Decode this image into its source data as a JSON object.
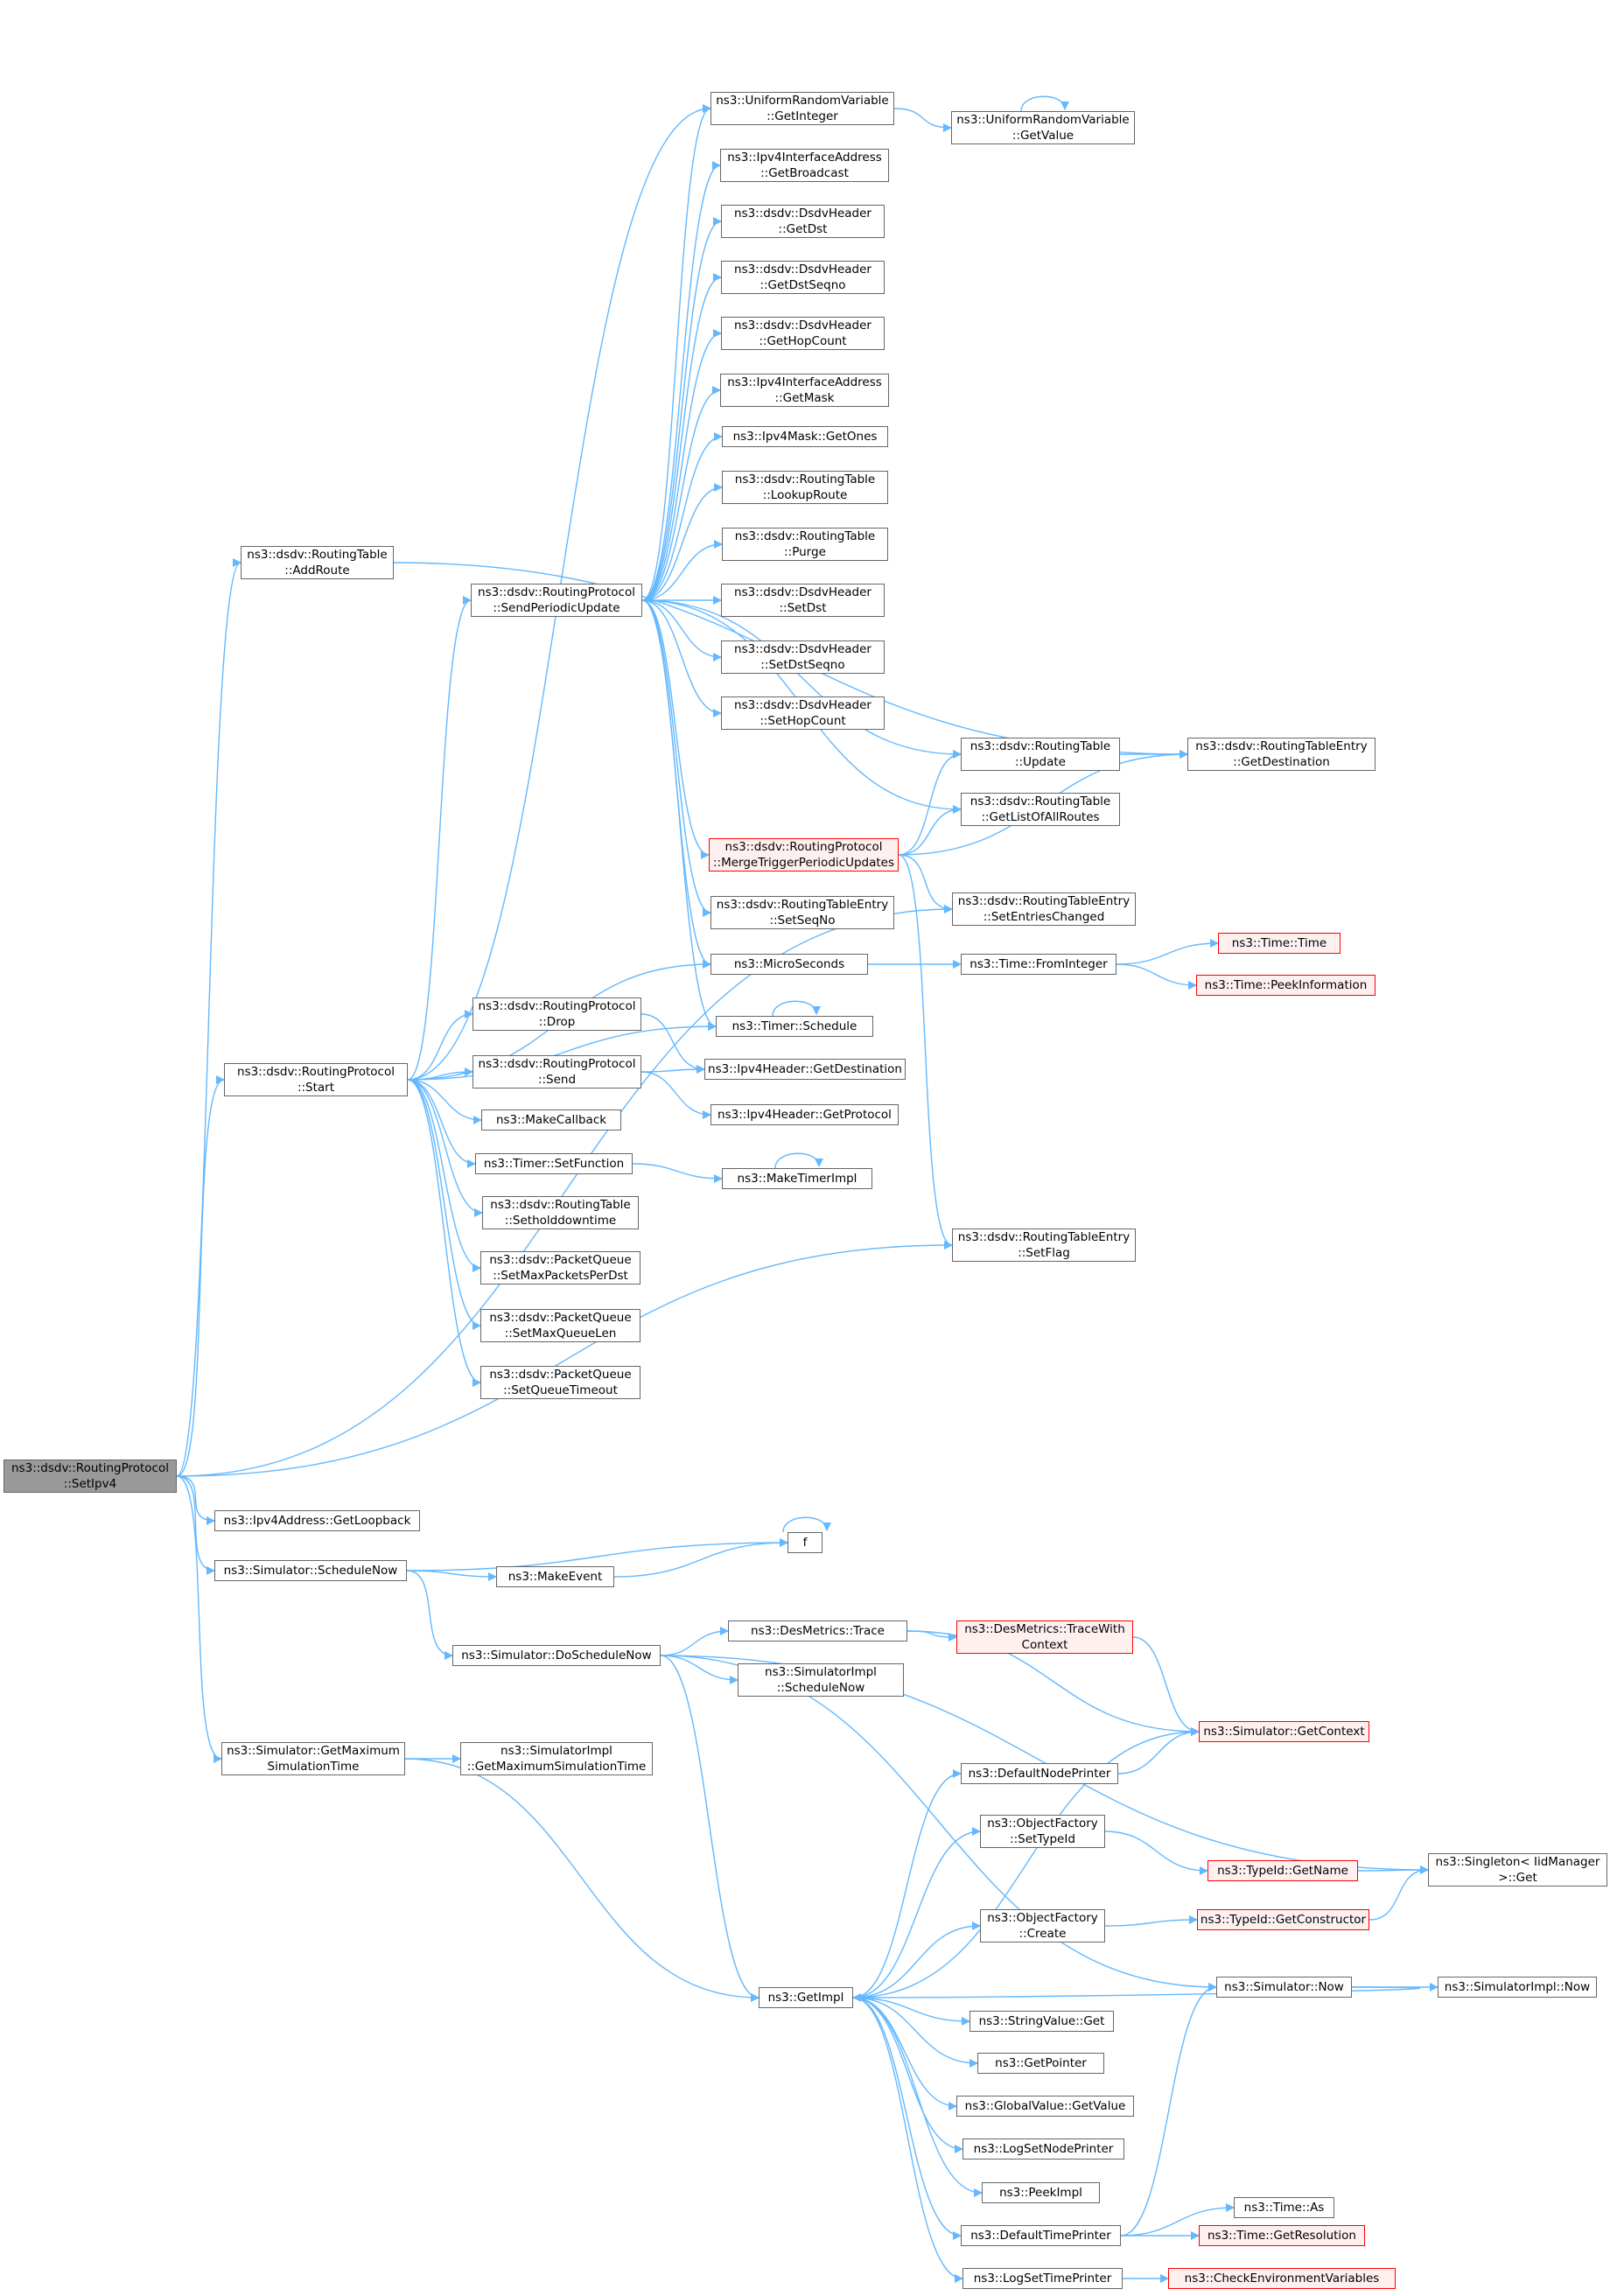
{
  "graph": {
    "edge_color": "#63b8ff",
    "root": "setipv4",
    "nodes": [
      {
        "id": "setipv4",
        "label": [
          "ns3::dsdv::RoutingProtocol",
          "::SetIpv4"
        ],
        "style": "root"
      },
      {
        "id": "addroute",
        "label": [
          "ns3::dsdv::RoutingTable",
          "::AddRoute"
        ],
        "style": "normal"
      },
      {
        "id": "start",
        "label": [
          "ns3::dsdv::RoutingProtocol",
          "::Start"
        ],
        "style": "normal"
      },
      {
        "id": "getloopback",
        "label": [
          "ns3::Ipv4Address::GetLoopback"
        ],
        "style": "normal"
      },
      {
        "id": "schedulenow",
        "label": [
          "ns3::Simulator::ScheduleNow"
        ],
        "style": "normal"
      },
      {
        "id": "getmaxsim",
        "label": [
          "ns3::Simulator::GetMaximum",
          "SimulationTime"
        ],
        "style": "normal"
      },
      {
        "id": "sendperiodic",
        "label": [
          "ns3::dsdv::RoutingProtocol",
          "::SendPeriodicUpdate"
        ],
        "style": "normal"
      },
      {
        "id": "drop",
        "label": [
          "ns3::dsdv::RoutingProtocol",
          "::Drop"
        ],
        "style": "normal"
      },
      {
        "id": "send",
        "label": [
          "ns3::dsdv::RoutingProtocol",
          "::Send"
        ],
        "style": "normal"
      },
      {
        "id": "makecallback",
        "label": [
          "ns3::MakeCallback"
        ],
        "style": "normal"
      },
      {
        "id": "setfunction",
        "label": [
          "ns3::Timer::SetFunction"
        ],
        "style": "normal"
      },
      {
        "id": "setholddown",
        "label": [
          "ns3::dsdv::RoutingTable",
          "::Setholddowntime"
        ],
        "style": "normal"
      },
      {
        "id": "setmaxpackets",
        "label": [
          "ns3::dsdv::PacketQueue",
          "::SetMaxPacketsPerDst"
        ],
        "style": "normal"
      },
      {
        "id": "setmaxqueue",
        "label": [
          "ns3::dsdv::PacketQueue",
          "::SetMaxQueueLen"
        ],
        "style": "normal"
      },
      {
        "id": "setqueuetimeout",
        "label": [
          "ns3::dsdv::PacketQueue",
          "::SetQueueTimeout"
        ],
        "style": "normal"
      },
      {
        "id": "makeevent",
        "label": [
          "ns3::MakeEvent"
        ],
        "style": "normal"
      },
      {
        "id": "doschedulenow",
        "label": [
          "ns3::Simulator::DoScheduleNow"
        ],
        "style": "normal"
      },
      {
        "id": "implgetmax",
        "label": [
          "ns3::SimulatorImpl",
          "::GetMaximumSimulationTime"
        ],
        "style": "normal"
      },
      {
        "id": "getinteger",
        "label": [
          "ns3::UniformRandomVariable",
          "::GetInteger"
        ],
        "style": "normal"
      },
      {
        "id": "getbroadcast",
        "label": [
          "ns3::Ipv4InterfaceAddress",
          "::GetBroadcast"
        ],
        "style": "normal"
      },
      {
        "id": "getdst",
        "label": [
          "ns3::dsdv::DsdvHeader",
          "::GetDst"
        ],
        "style": "normal"
      },
      {
        "id": "getdstseqno",
        "label": [
          "ns3::dsdv::DsdvHeader",
          "::GetDstSeqno"
        ],
        "style": "normal"
      },
      {
        "id": "gethopcount",
        "label": [
          "ns3::dsdv::DsdvHeader",
          "::GetHopCount"
        ],
        "style": "normal"
      },
      {
        "id": "getmask",
        "label": [
          "ns3::Ipv4InterfaceAddress",
          "::GetMask"
        ],
        "style": "normal"
      },
      {
        "id": "getones",
        "label": [
          "ns3::Ipv4Mask::GetOnes"
        ],
        "style": "normal"
      },
      {
        "id": "lookuproute",
        "label": [
          "ns3::dsdv::RoutingTable",
          "::LookupRoute"
        ],
        "style": "normal"
      },
      {
        "id": "purge",
        "label": [
          "ns3::dsdv::RoutingTable",
          "::Purge"
        ],
        "style": "normal"
      },
      {
        "id": "setdst",
        "label": [
          "ns3::dsdv::DsdvHeader",
          "::SetDst"
        ],
        "style": "normal"
      },
      {
        "id": "setdstseqno",
        "label": [
          "ns3::dsdv::DsdvHeader",
          "::SetDstSeqno"
        ],
        "style": "normal"
      },
      {
        "id": "sethopcount",
        "label": [
          "ns3::dsdv::DsdvHeader",
          "::SetHopCount"
        ],
        "style": "normal"
      },
      {
        "id": "merge",
        "label": [
          "ns3::dsdv::RoutingProtocol",
          "::MergeTriggerPeriodicUpdates"
        ],
        "style": "red"
      },
      {
        "id": "setseqno",
        "label": [
          "ns3::dsdv::RoutingTableEntry",
          "::SetSeqNo"
        ],
        "style": "normal"
      },
      {
        "id": "microseconds",
        "label": [
          "ns3::MicroSeconds"
        ],
        "style": "normal"
      },
      {
        "id": "timerschedule",
        "label": [
          "ns3::Timer::Schedule"
        ],
        "style": "normal"
      },
      {
        "id": "ipv4getdest",
        "label": [
          "ns3::Ipv4Header::GetDestination"
        ],
        "style": "normal"
      },
      {
        "id": "ipv4getproto",
        "label": [
          "ns3::Ipv4Header::GetProtocol"
        ],
        "style": "normal"
      },
      {
        "id": "maketimerimpl",
        "label": [
          "ns3::MakeTimerImpl"
        ],
        "style": "normal"
      },
      {
        "id": "f",
        "label": [
          "f"
        ],
        "style": "normal"
      },
      {
        "id": "desmetricstrace",
        "label": [
          "ns3::DesMetrics::Trace"
        ],
        "style": "normal"
      },
      {
        "id": "implschedulenow",
        "label": [
          "ns3::SimulatorImpl",
          "::ScheduleNow"
        ],
        "style": "normal"
      },
      {
        "id": "getimpl",
        "label": [
          "ns3::GetImpl"
        ],
        "style": "normal"
      },
      {
        "id": "getvalue",
        "label": [
          "ns3::UniformRandomVariable",
          "::GetValue"
        ],
        "style": "normal"
      },
      {
        "id": "rtupdate",
        "label": [
          "ns3::dsdv::RoutingTable",
          "::Update"
        ],
        "style": "normal"
      },
      {
        "id": "getlistofall",
        "label": [
          "ns3::dsdv::RoutingTable",
          "::GetListOfAllRoutes"
        ],
        "style": "normal"
      },
      {
        "id": "setentrieschanged",
        "label": [
          "ns3::dsdv::RoutingTableEntry",
          "::SetEntriesChanged"
        ],
        "style": "normal"
      },
      {
        "id": "frominteger",
        "label": [
          "ns3::Time::FromInteger"
        ],
        "style": "normal"
      },
      {
        "id": "rtesetflag",
        "label": [
          "ns3::dsdv::RoutingTableEntry",
          "::SetFlag"
        ],
        "style": "normal"
      },
      {
        "id": "tracewithcontext",
        "label": [
          "ns3::DesMetrics::TraceWith",
          "Context"
        ],
        "style": "red"
      },
      {
        "id": "defaultnodeprinter",
        "label": [
          "ns3::DefaultNodePrinter"
        ],
        "style": "normal"
      },
      {
        "id": "settypeid",
        "label": [
          "ns3::ObjectFactory",
          "::SetTypeId"
        ],
        "style": "normal"
      },
      {
        "id": "ofcreate",
        "label": [
          "ns3::ObjectFactory",
          "::Create"
        ],
        "style": "normal"
      },
      {
        "id": "stringvalueget",
        "label": [
          "ns3::StringValue::Get"
        ],
        "style": "normal"
      },
      {
        "id": "getpointer",
        "label": [
          "ns3::GetPointer"
        ],
        "style": "normal"
      },
      {
        "id": "globalgetvalue",
        "label": [
          "ns3::GlobalValue::GetValue"
        ],
        "style": "normal"
      },
      {
        "id": "logsetnodeprinter",
        "label": [
          "ns3::LogSetNodePrinter"
        ],
        "style": "normal"
      },
      {
        "id": "peekimpl",
        "label": [
          "ns3::PeekImpl"
        ],
        "style": "normal"
      },
      {
        "id": "defaulttimeprinter",
        "label": [
          "ns3::DefaultTimePrinter"
        ],
        "style": "normal"
      },
      {
        "id": "logsettimeprinter",
        "label": [
          "ns3::LogSetTimePrinter"
        ],
        "style": "normal"
      },
      {
        "id": "rtegetdest",
        "label": [
          "ns3::dsdv::RoutingTableEntry",
          "::GetDestination"
        ],
        "style": "normal"
      },
      {
        "id": "timetime",
        "label": [
          "ns3::Time::Time"
        ],
        "style": "red"
      },
      {
        "id": "peekinformation",
        "label": [
          "ns3::Time::PeekInformation"
        ],
        "style": "red"
      },
      {
        "id": "getcontext",
        "label": [
          "ns3::Simulator::GetContext"
        ],
        "style": "red"
      },
      {
        "id": "typeidgetname",
        "label": [
          "ns3::TypeId::GetName"
        ],
        "style": "red"
      },
      {
        "id": "typeidgetctor",
        "label": [
          "ns3::TypeId::GetConstructor"
        ],
        "style": "red"
      },
      {
        "id": "simnow",
        "label": [
          "ns3::Simulator::Now"
        ],
        "style": "normal"
      },
      {
        "id": "timeas",
        "label": [
          "ns3::Time::As"
        ],
        "style": "normal"
      },
      {
        "id": "getresolution",
        "label": [
          "ns3::Time::GetResolution"
        ],
        "style": "red"
      },
      {
        "id": "checkenv",
        "label": [
          "ns3::CheckEnvironmentVariables"
        ],
        "style": "red"
      },
      {
        "id": "singletonget",
        "label": [
          "ns3::Singleton< IidManager",
          " >::Get"
        ],
        "style": "normal"
      },
      {
        "id": "implnow",
        "label": [
          "ns3::SimulatorImpl::Now"
        ],
        "style": "normal"
      }
    ],
    "edges": [
      [
        "setipv4",
        "addroute"
      ],
      [
        "setipv4",
        "start"
      ],
      [
        "setipv4",
        "getloopback"
      ],
      [
        "setipv4",
        "schedulenow"
      ],
      [
        "setipv4",
        "getmaxsim"
      ],
      [
        "setipv4",
        "setentrieschanged"
      ],
      [
        "setipv4",
        "rtesetflag"
      ],
      [
        "addroute",
        "rtegetdest"
      ],
      [
        "start",
        "getinteger"
      ],
      [
        "start",
        "sendperiodic"
      ],
      [
        "start",
        "microseconds"
      ],
      [
        "start",
        "timerschedule"
      ],
      [
        "start",
        "drop"
      ],
      [
        "start",
        "send"
      ],
      [
        "start",
        "makecallback"
      ],
      [
        "start",
        "setfunction"
      ],
      [
        "start",
        "setholddown"
      ],
      [
        "start",
        "setmaxpackets"
      ],
      [
        "start",
        "setmaxqueue"
      ],
      [
        "start",
        "setqueuetimeout"
      ],
      [
        "sendperiodic",
        "getinteger"
      ],
      [
        "sendperiodic",
        "getbroadcast"
      ],
      [
        "sendperiodic",
        "getdst"
      ],
      [
        "sendperiodic",
        "getdstseqno"
      ],
      [
        "sendperiodic",
        "gethopcount"
      ],
      [
        "sendperiodic",
        "getmask"
      ],
      [
        "sendperiodic",
        "getones"
      ],
      [
        "sendperiodic",
        "lookuproute"
      ],
      [
        "sendperiodic",
        "purge"
      ],
      [
        "sendperiodic",
        "setdst"
      ],
      [
        "sendperiodic",
        "setdstseqno"
      ],
      [
        "sendperiodic",
        "sethopcount"
      ],
      [
        "sendperiodic",
        "rtupdate"
      ],
      [
        "sendperiodic",
        "getlistofall"
      ],
      [
        "sendperiodic",
        "merge"
      ],
      [
        "sendperiodic",
        "setseqno"
      ],
      [
        "sendperiodic",
        "microseconds"
      ],
      [
        "sendperiodic",
        "timerschedule"
      ],
      [
        "getinteger",
        "getvalue"
      ],
      [
        "getvalue",
        "getvalue"
      ],
      [
        "rtupdate",
        "rtegetdest"
      ],
      [
        "merge",
        "rtupdate"
      ],
      [
        "merge",
        "getlistofall"
      ],
      [
        "merge",
        "rtegetdest"
      ],
      [
        "merge",
        "setentrieschanged"
      ],
      [
        "merge",
        "rtesetflag"
      ],
      [
        "microseconds",
        "frominteger"
      ],
      [
        "frominteger",
        "timetime"
      ],
      [
        "frominteger",
        "peekinformation"
      ],
      [
        "timerschedule",
        "timerschedule"
      ],
      [
        "drop",
        "ipv4getdest"
      ],
      [
        "send",
        "ipv4getdest"
      ],
      [
        "send",
        "ipv4getproto"
      ],
      [
        "setfunction",
        "maketimerimpl"
      ],
      [
        "maketimerimpl",
        "maketimerimpl"
      ],
      [
        "schedulenow",
        "f"
      ],
      [
        "schedulenow",
        "makeevent"
      ],
      [
        "schedulenow",
        "doschedulenow"
      ],
      [
        "makeevent",
        "f"
      ],
      [
        "f",
        "f"
      ],
      [
        "doschedulenow",
        "desmetricstrace"
      ],
      [
        "doschedulenow",
        "implschedulenow"
      ],
      [
        "doschedulenow",
        "singletonget"
      ],
      [
        "doschedulenow",
        "simnow"
      ],
      [
        "doschedulenow",
        "getimpl"
      ],
      [
        "desmetricstrace",
        "tracewithcontext"
      ],
      [
        "desmetricstrace",
        "getcontext"
      ],
      [
        "tracewithcontext",
        "getcontext"
      ],
      [
        "getmaxsim",
        "implgetmax"
      ],
      [
        "getmaxsim",
        "getimpl"
      ],
      [
        "getimpl",
        "defaultnodeprinter"
      ],
      [
        "getimpl",
        "getcontext"
      ],
      [
        "getimpl",
        "settypeid"
      ],
      [
        "getimpl",
        "ofcreate"
      ],
      [
        "getimpl",
        "stringvalueget"
      ],
      [
        "getimpl",
        "getpointer"
      ],
      [
        "getimpl",
        "globalgetvalue"
      ],
      [
        "getimpl",
        "logsetnodeprinter"
      ],
      [
        "getimpl",
        "peekimpl"
      ],
      [
        "getimpl",
        "defaulttimeprinter"
      ],
      [
        "getimpl",
        "logsettimeprinter"
      ],
      [
        "defaultnodeprinter",
        "getcontext"
      ],
      [
        "settypeid",
        "typeidgetname"
      ],
      [
        "typeidgetname",
        "singletonget"
      ],
      [
        "ofcreate",
        "typeidgetctor"
      ],
      [
        "typeidgetctor",
        "singletonget"
      ],
      [
        "simnow",
        "getimpl"
      ],
      [
        "simnow",
        "implnow"
      ],
      [
        "defaulttimeprinter",
        "simnow"
      ],
      [
        "defaulttimeprinter",
        "timeas"
      ],
      [
        "defaulttimeprinter",
        "getresolution"
      ],
      [
        "logsettimeprinter",
        "checkenv"
      ]
    ]
  }
}
